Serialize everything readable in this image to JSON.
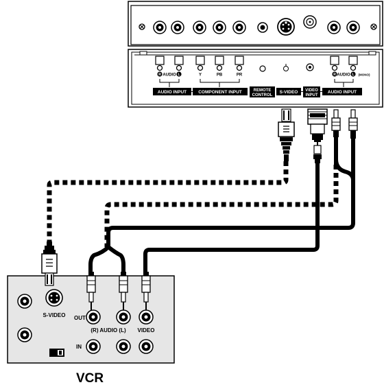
{
  "tv_panel": {
    "group_labels": {
      "audio_input": "AUDIO INPUT",
      "component_input": "COMPONENT INPUT",
      "remote_control_line1": "REMOTE",
      "remote_control_line2": "CONTROL",
      "s_video": "S-VIDEO",
      "video_input_line1": "VIDEO",
      "video_input_line2": "INPUT",
      "audio_input_right": "AUDIO INPUT"
    },
    "jack_labels": {
      "audio_r": "R",
      "audio": "AUDIO",
      "audio_l": "L",
      "y": "Y",
      "pb": "PB",
      "pr": "PR",
      "audio_r2": "R",
      "audio2": "AUDIO",
      "audio_l2": "L",
      "mono": "(MONO)"
    }
  },
  "vcr": {
    "title": "VCR",
    "s_video": "S-VIDEO",
    "out": "OUT",
    "in": "IN",
    "audio_rl": "(R) AUDIO (L)",
    "video": "VIDEO"
  }
}
